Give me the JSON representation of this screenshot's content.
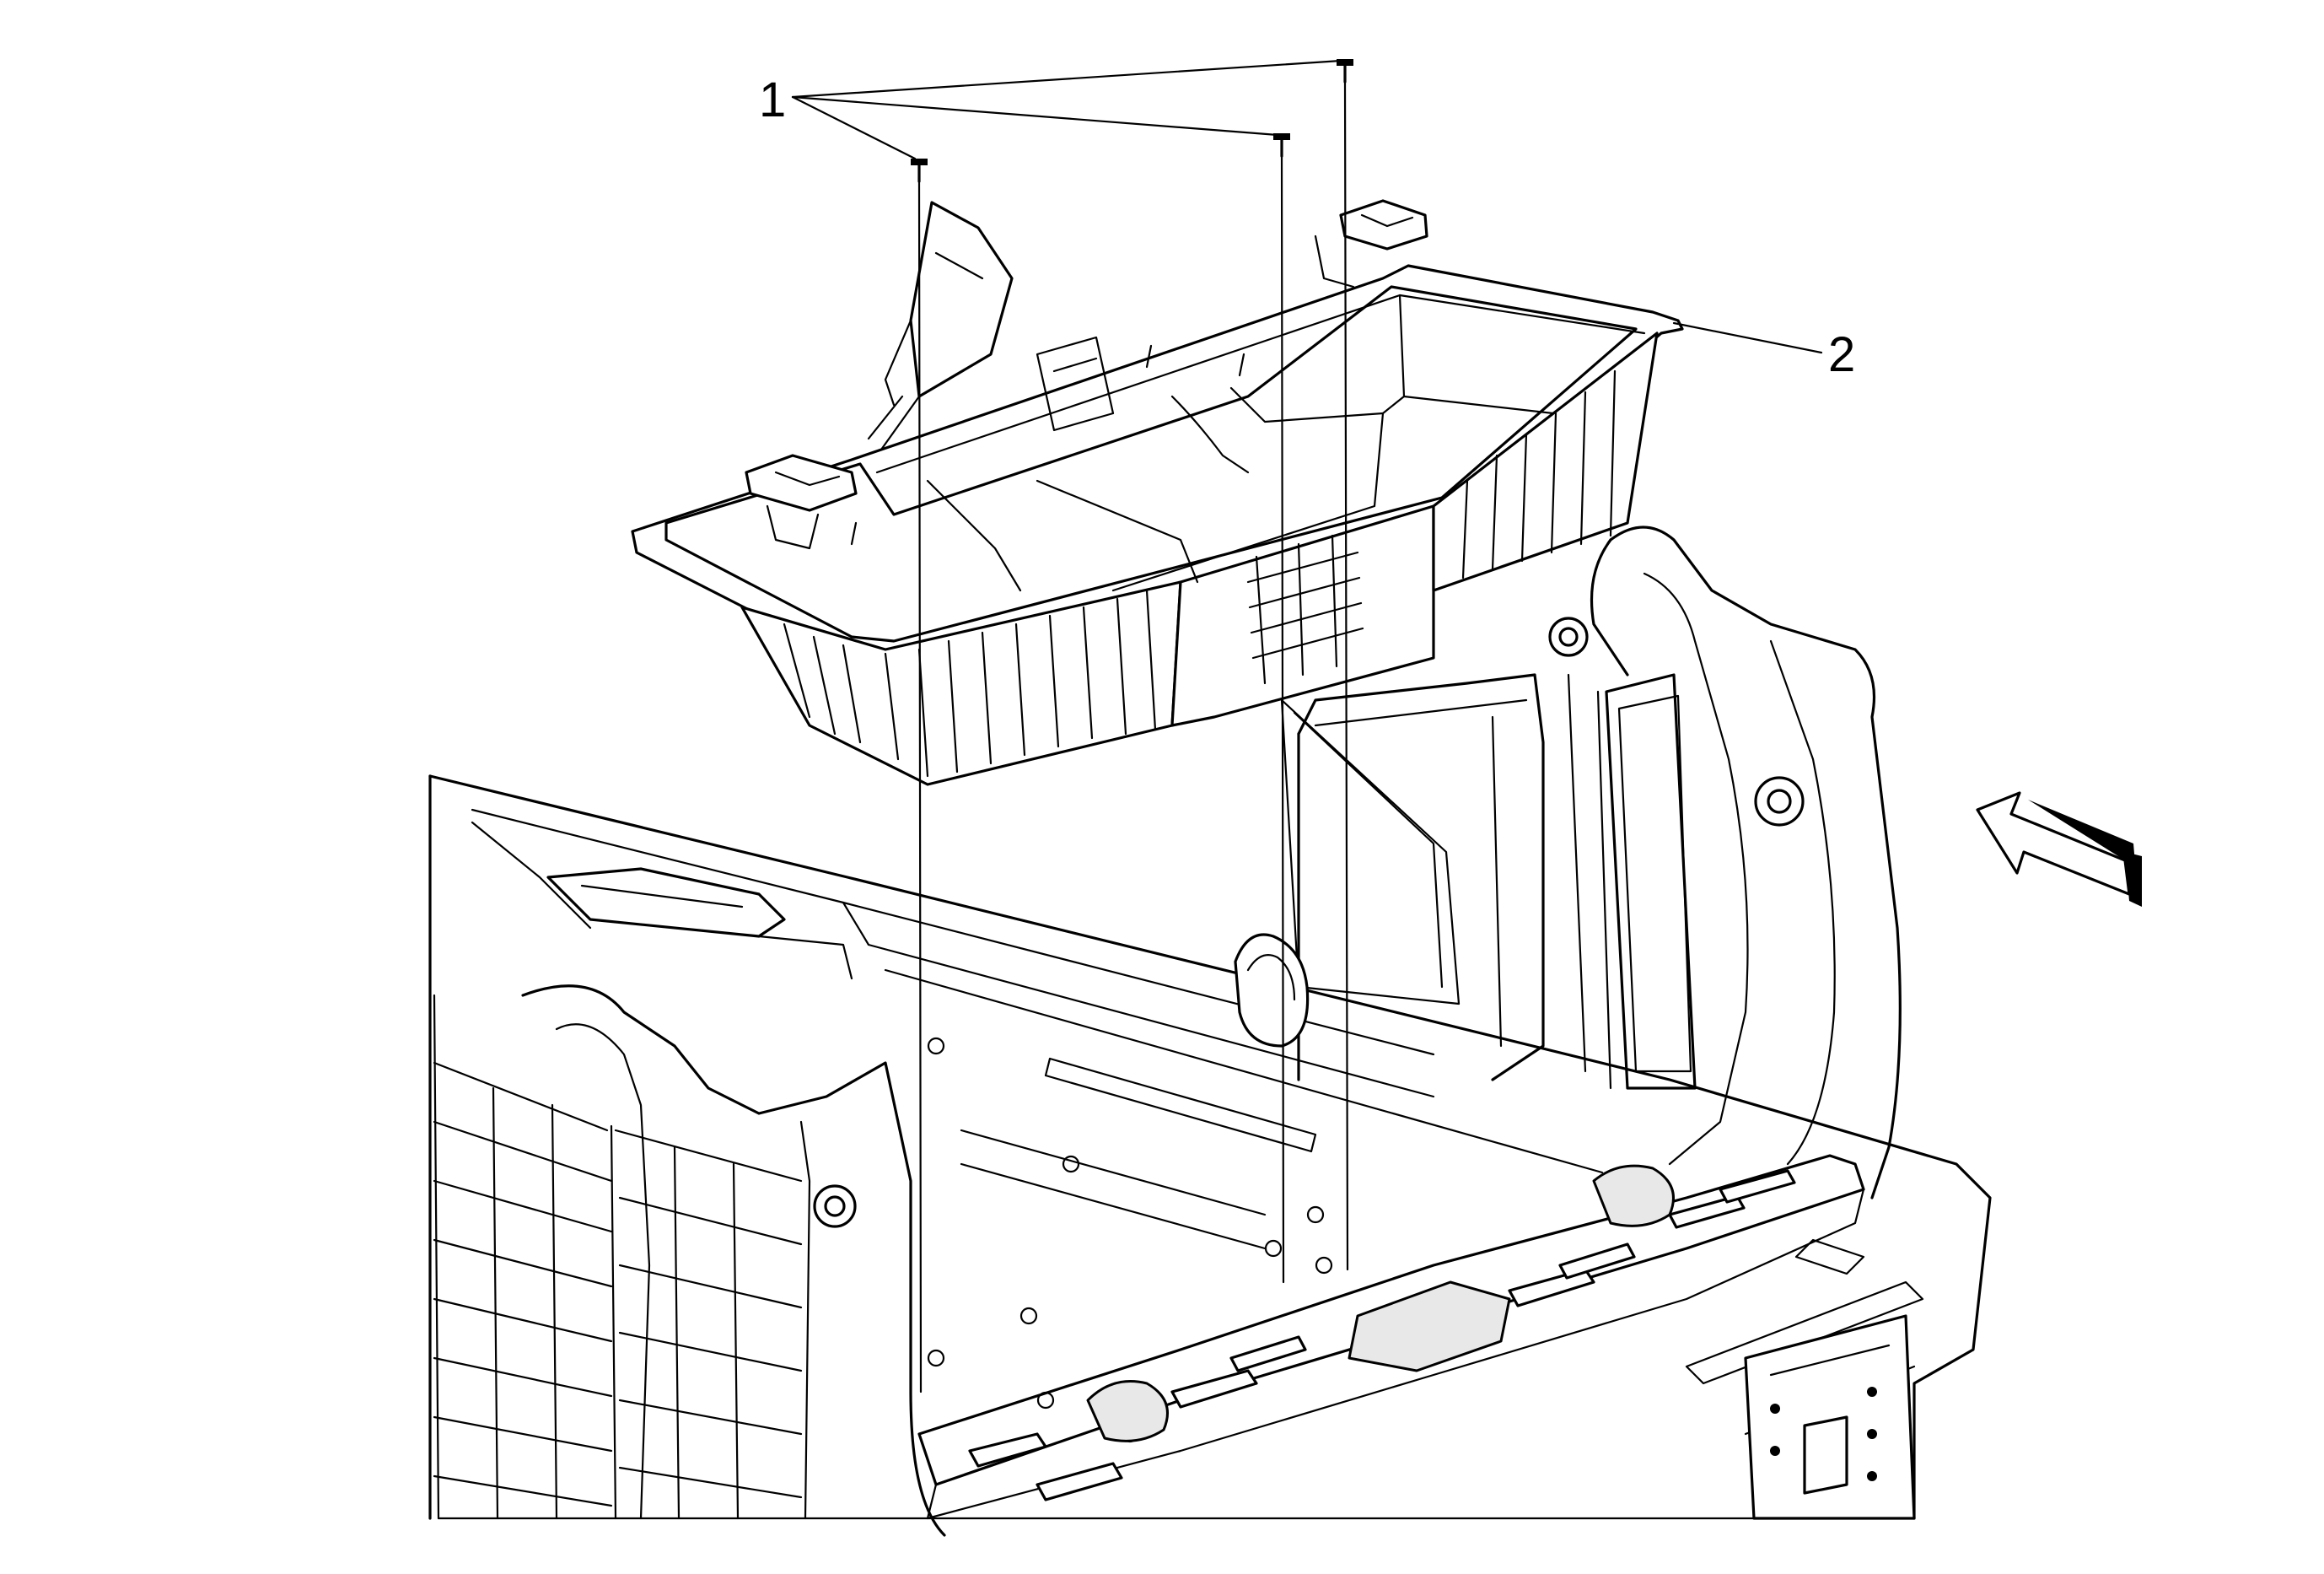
{
  "callouts": [
    {
      "id": "1",
      "label": "1",
      "part": "fastener"
    },
    {
      "id": "2",
      "label": "2",
      "part": "storage-bin"
    }
  ],
  "direction_arrow": {
    "icon": "direction-arrow-icon",
    "pointing": "up-left"
  }
}
